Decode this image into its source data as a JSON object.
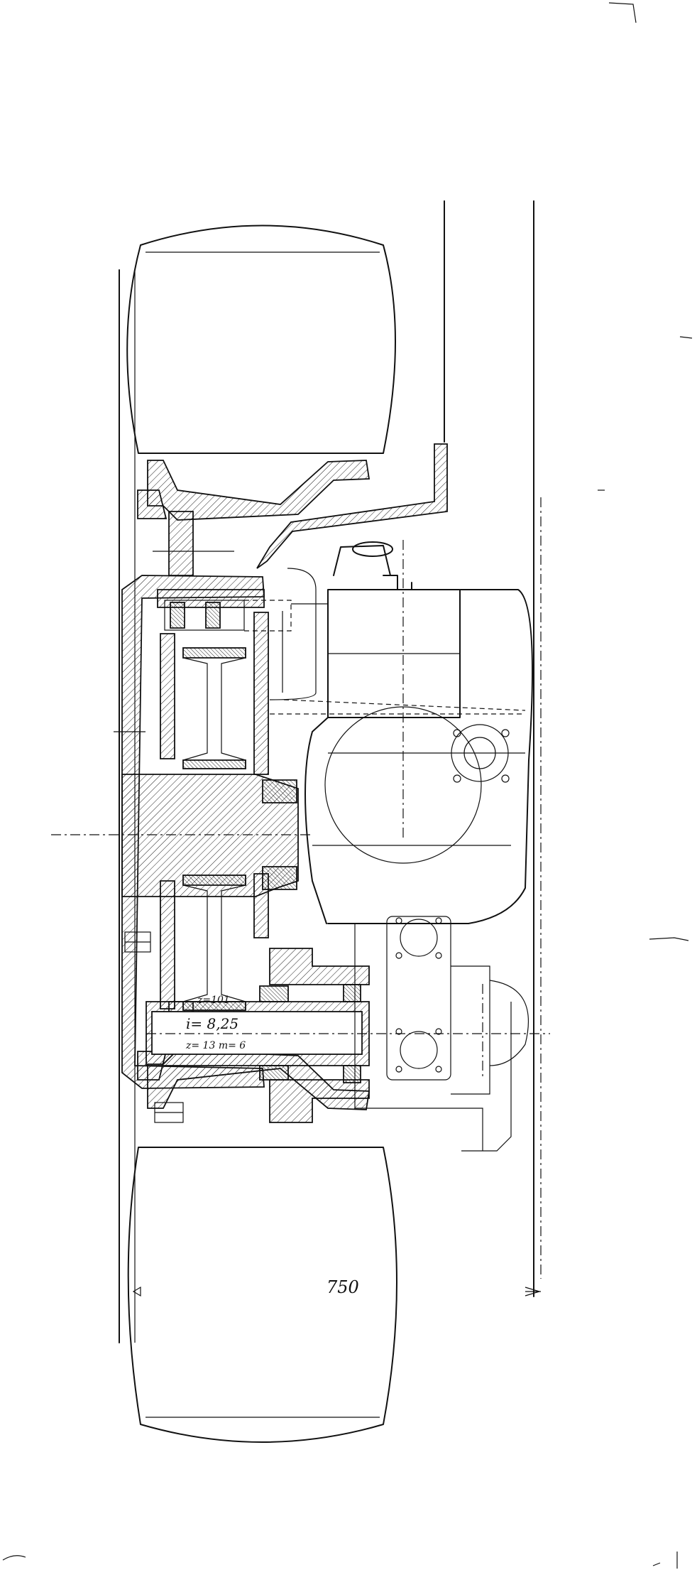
{
  "annotations": {
    "dimension": "750",
    "teeth_large": "z=101",
    "ratio": "i= 8,25",
    "pinion": "z= 13  m= 6"
  }
}
